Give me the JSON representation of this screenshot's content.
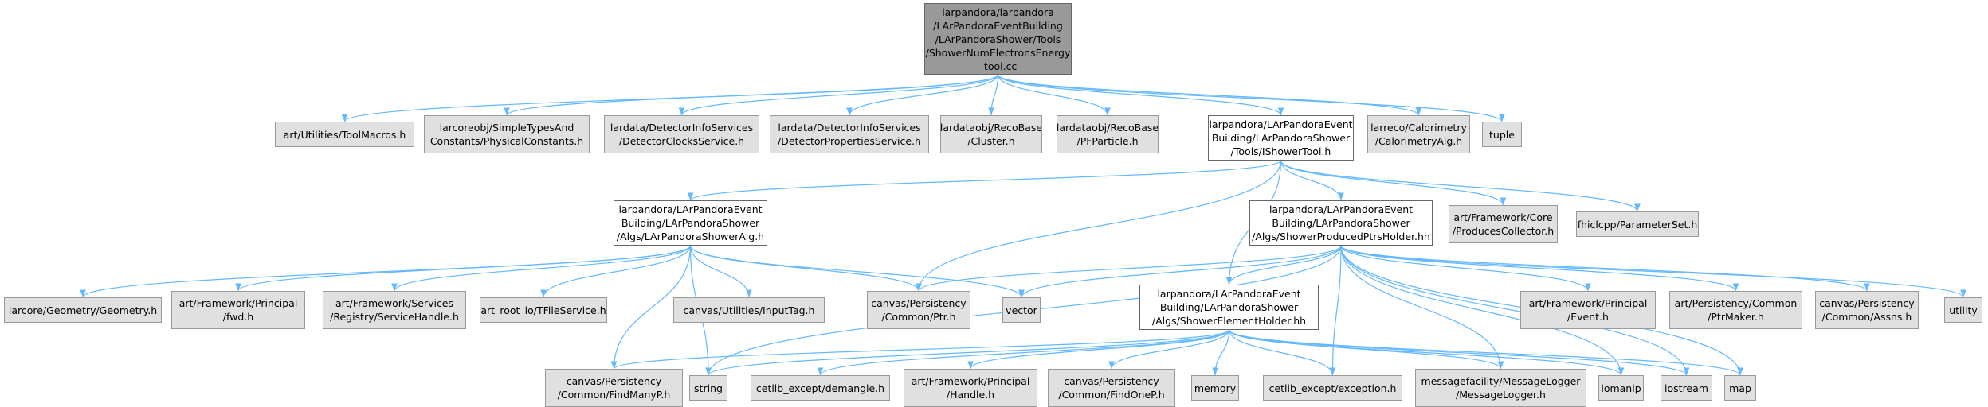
{
  "diagram": {
    "edge_color": "#63b8ff",
    "nodes": [
      {
        "id": "root",
        "label": "larpandora/larpandora\n/LArPandoraEventBuilding\n/LArPandoraShower/Tools\n/ShowerNumElectronsEnergy\n_tool.cc",
        "style": "root"
      },
      {
        "id": "toolmacros",
        "label": "art/Utilities/ToolMacros.h",
        "style": "ext"
      },
      {
        "id": "simpletypes",
        "label": "larcoreobj/SimpleTypesAnd\nConstants/PhysicalConstants.h",
        "style": "ext"
      },
      {
        "id": "detclocks",
        "label": "lardata/DetectorInfoServices\n/DetectorClocksService.h",
        "style": "ext"
      },
      {
        "id": "detprops",
        "label": "lardata/DetectorInfoServices\n/DetectorPropertiesService.h",
        "style": "ext"
      },
      {
        "id": "cluster",
        "label": "lardataobj/RecoBase\n/Cluster.h",
        "style": "ext"
      },
      {
        "id": "pfparticle",
        "label": "lardataobj/RecoBase\n/PFParticle.h",
        "style": "ext"
      },
      {
        "id": "ishowertool",
        "label": "larpandora/LArPandoraEvent\nBuilding/LArPandoraShower\n/Tools/IShowerTool.h",
        "style": "doc"
      },
      {
        "id": "calorimetry",
        "label": "larreco/Calorimetry\n/CalorimetryAlg.h",
        "style": "ext"
      },
      {
        "id": "tuple",
        "label": "tuple",
        "style": "ext"
      },
      {
        "id": "showeralg",
        "label": "larpandora/LArPandoraEvent\nBuilding/LArPandoraShower\n/Algs/LArPandoraShowerAlg.h",
        "style": "doc"
      },
      {
        "id": "producedptrs",
        "label": "larpandora/LArPandoraEvent\nBuilding/LArPandoraShower\n/Algs/ShowerProducedPtrsHolder.hh",
        "style": "doc"
      },
      {
        "id": "producescollector",
        "label": "art/Framework/Core\n/ProducesCollector.h",
        "style": "ext"
      },
      {
        "id": "parameterset",
        "label": "fhiclcpp/ParameterSet.h",
        "style": "ext"
      },
      {
        "id": "geometry",
        "label": "larcore/Geometry/Geometry.h",
        "style": "ext"
      },
      {
        "id": "fwd",
        "label": "art/Framework/Principal\n/fwd.h",
        "style": "ext"
      },
      {
        "id": "servicehandle",
        "label": "art/Framework/Services\n/Registry/ServiceHandle.h",
        "style": "ext"
      },
      {
        "id": "tfileservice",
        "label": "art_root_io/TFileService.h",
        "style": "ext"
      },
      {
        "id": "inputtag",
        "label": "canvas/Utilities/InputTag.h",
        "style": "ext"
      },
      {
        "id": "ptr",
        "label": "canvas/Persistency\n/Common/Ptr.h",
        "style": "ext"
      },
      {
        "id": "vector",
        "label": "vector",
        "style": "ext"
      },
      {
        "id": "elementholder",
        "label": "larpandora/LArPandoraEvent\nBuilding/LArPandoraShower\n/Algs/ShowerElementHolder.hh",
        "style": "doc"
      },
      {
        "id": "event",
        "label": "art/Framework/Principal\n/Event.h",
        "style": "ext"
      },
      {
        "id": "ptrmaker",
        "label": "art/Persistency/Common\n/PtrMaker.h",
        "style": "ext"
      },
      {
        "id": "assns",
        "label": "canvas/Persistency\n/Common/Assns.h",
        "style": "ext"
      },
      {
        "id": "utility",
        "label": "utility",
        "style": "ext"
      },
      {
        "id": "findmanyp",
        "label": "canvas/Persistency\n/Common/FindManyP.h",
        "style": "ext"
      },
      {
        "id": "string",
        "label": "string",
        "style": "ext"
      },
      {
        "id": "demangle",
        "label": "cetlib_except/demangle.h",
        "style": "ext"
      },
      {
        "id": "handle",
        "label": "art/Framework/Principal\n/Handle.h",
        "style": "ext"
      },
      {
        "id": "findonep",
        "label": "canvas/Persistency\n/Common/FindOneP.h",
        "style": "ext"
      },
      {
        "id": "memory",
        "label": "memory",
        "style": "ext"
      },
      {
        "id": "exception",
        "label": "cetlib_except/exception.h",
        "style": "ext"
      },
      {
        "id": "messagelogger",
        "label": "messagefacility/MessageLogger\n/MessageLogger.h",
        "style": "ext"
      },
      {
        "id": "iomanip",
        "label": "iomanip",
        "style": "ext"
      },
      {
        "id": "iostream",
        "label": "iostream",
        "style": "ext"
      },
      {
        "id": "map",
        "label": "map",
        "style": "ext"
      }
    ],
    "edges": [
      [
        "root",
        "toolmacros"
      ],
      [
        "root",
        "simpletypes"
      ],
      [
        "root",
        "detclocks"
      ],
      [
        "root",
        "detprops"
      ],
      [
        "root",
        "cluster"
      ],
      [
        "root",
        "pfparticle"
      ],
      [
        "root",
        "ishowertool"
      ],
      [
        "root",
        "calorimetry"
      ],
      [
        "root",
        "tuple"
      ],
      [
        "ishowertool",
        "showeralg"
      ],
      [
        "ishowertool",
        "ptr"
      ],
      [
        "ishowertool",
        "producedptrs"
      ],
      [
        "ishowertool",
        "elementholder"
      ],
      [
        "ishowertool",
        "producescollector"
      ],
      [
        "ishowertool",
        "parameterset"
      ],
      [
        "showeralg",
        "geometry"
      ],
      [
        "showeralg",
        "fwd"
      ],
      [
        "showeralg",
        "servicehandle"
      ],
      [
        "showeralg",
        "tfileservice"
      ],
      [
        "showeralg",
        "inputtag"
      ],
      [
        "showeralg",
        "ptr"
      ],
      [
        "showeralg",
        "vector"
      ],
      [
        "showeralg",
        "findmanyp"
      ],
      [
        "showeralg",
        "string"
      ],
      [
        "producedptrs",
        "ptr"
      ],
      [
        "producedptrs",
        "vector"
      ],
      [
        "producedptrs",
        "elementholder"
      ],
      [
        "producedptrs",
        "event"
      ],
      [
        "producedptrs",
        "ptrmaker"
      ],
      [
        "producedptrs",
        "assns"
      ],
      [
        "producedptrs",
        "utility"
      ],
      [
        "producedptrs",
        "string"
      ],
      [
        "producedptrs",
        "exception"
      ],
      [
        "producedptrs",
        "messagelogger"
      ],
      [
        "producedptrs",
        "iomanip"
      ],
      [
        "producedptrs",
        "iostream"
      ],
      [
        "producedptrs",
        "map"
      ],
      [
        "elementholder",
        "findmanyp"
      ],
      [
        "elementholder",
        "string"
      ],
      [
        "elementholder",
        "demangle"
      ],
      [
        "elementholder",
        "handle"
      ],
      [
        "elementholder",
        "findonep"
      ],
      [
        "elementholder",
        "memory"
      ],
      [
        "elementholder",
        "exception"
      ],
      [
        "elementholder",
        "messagelogger"
      ],
      [
        "elementholder",
        "iomanip"
      ],
      [
        "elementholder",
        "iostream"
      ],
      [
        "elementholder",
        "map"
      ]
    ]
  }
}
